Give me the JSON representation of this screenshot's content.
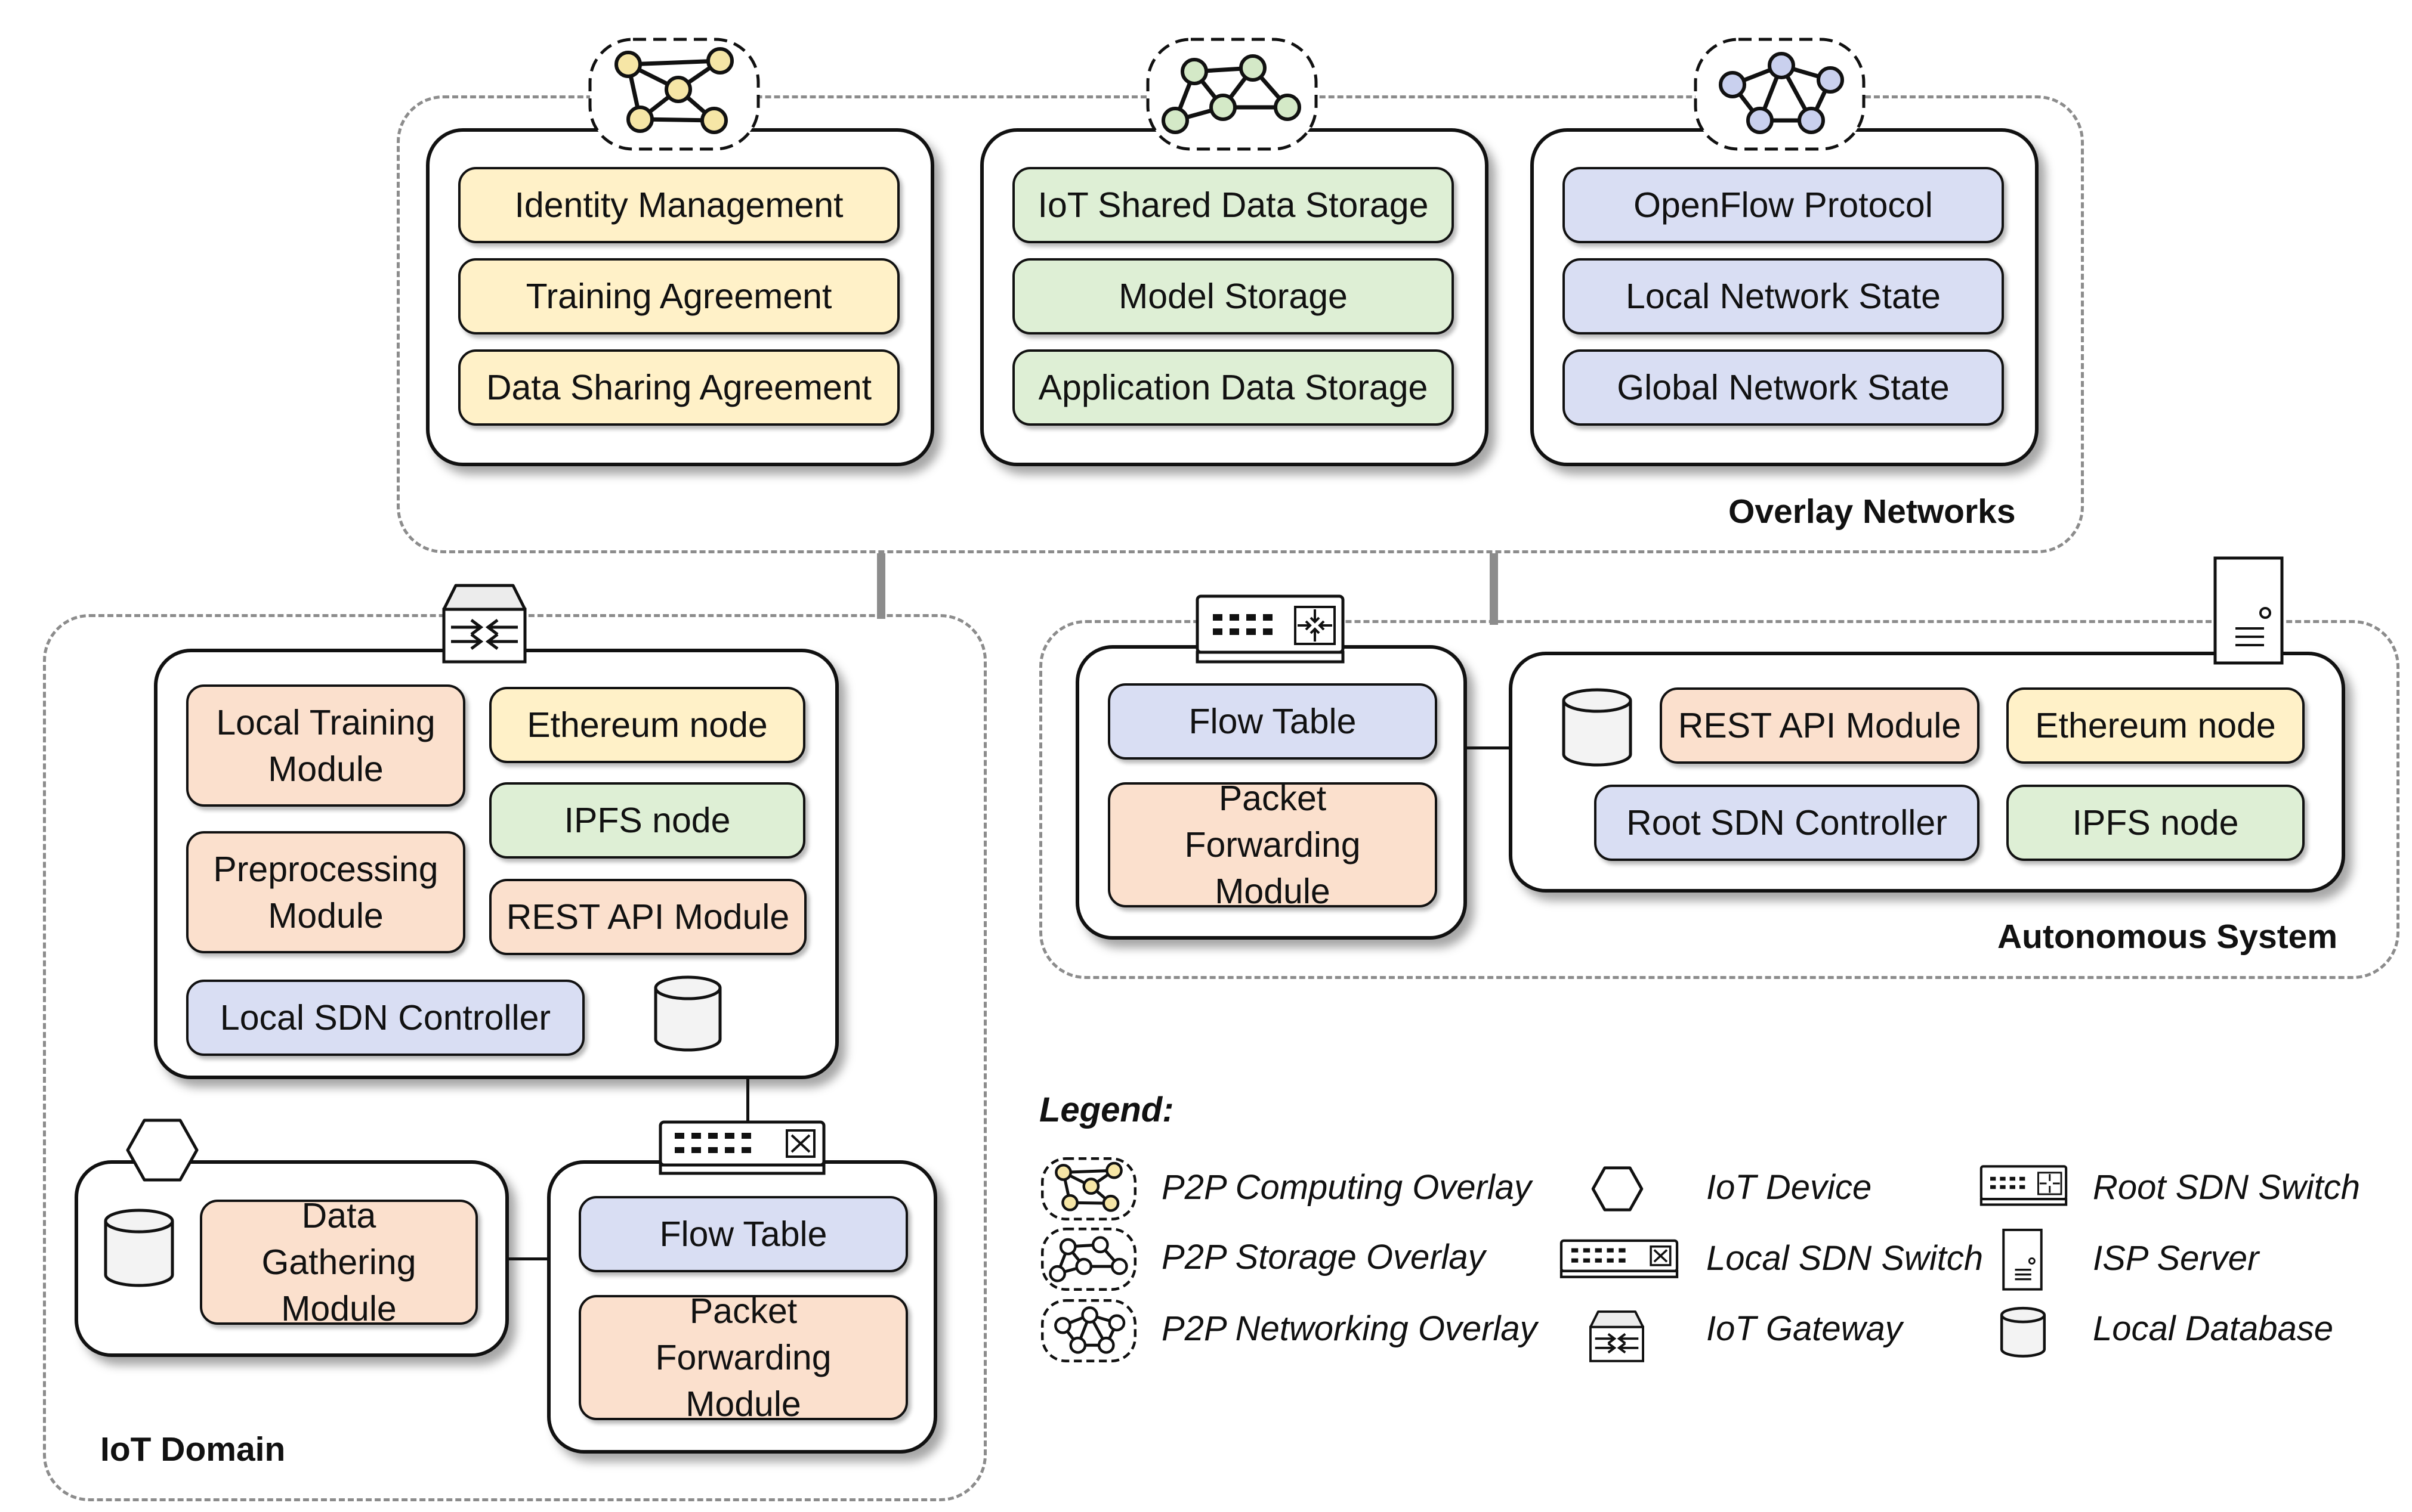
{
  "overlay": {
    "label": "Overlay Networks",
    "computing": [
      "Identity Management",
      "Training Agreement",
      "Data Sharing Agreement"
    ],
    "storage": [
      "IoT Shared Data Storage",
      "Model Storage",
      "Application Data Storage"
    ],
    "networking": [
      "OpenFlow Protocol",
      "Local Network State",
      "Global Network State"
    ]
  },
  "iot_domain": {
    "label": "IoT Domain",
    "gateway": {
      "local_training": "Local Training Module",
      "ethereum": "Ethereum node",
      "ipfs": "IPFS node",
      "preprocessing": "Preprocessing Module",
      "rest_api": "REST API Module",
      "local_sdn": "Local SDN Controller"
    },
    "device": {
      "data_gathering": "Data Gathering Module"
    },
    "switch": {
      "flow_table": "Flow Table",
      "packet_forwarding": "Packet Forwarding Module"
    }
  },
  "autonomous_system": {
    "label": "Autonomous System",
    "switch": {
      "flow_table": "Flow Table",
      "packet_forwarding": "Packet Forwarding Module"
    },
    "server": {
      "rest_api": "REST API Module",
      "ethereum": "Ethereum node",
      "root_sdn": "Root SDN Controller",
      "ipfs": "IPFS node"
    }
  },
  "legend": {
    "title": "Legend:",
    "items": [
      {
        "icon": "p2p-computing-overlay-icon",
        "label": "P2P Computing Overlay"
      },
      {
        "icon": "p2p-storage-overlay-icon",
        "label": "P2P Storage Overlay"
      },
      {
        "icon": "p2p-networking-overlay-icon",
        "label": "P2P Networking Overlay"
      },
      {
        "icon": "iot-device-icon",
        "label": "IoT Device"
      },
      {
        "icon": "local-sdn-switch-icon",
        "label": "Local SDN Switch"
      },
      {
        "icon": "iot-gateway-icon",
        "label": "IoT Gateway"
      },
      {
        "icon": "root-sdn-switch-icon",
        "label": "Root SDN Switch"
      },
      {
        "icon": "isp-server-icon",
        "label": "ISP Server"
      },
      {
        "icon": "local-database-icon",
        "label": "Local Database"
      }
    ]
  },
  "colors": {
    "computing_yellow": "#fff1c8",
    "storage_green": "#deefd5",
    "networking_blue": "#d9def3",
    "module_orange": "#fbe0cd",
    "node_yellow": "#f6e6a6",
    "node_green": "#d4e9c7",
    "node_blue": "#c9d0ee"
  }
}
